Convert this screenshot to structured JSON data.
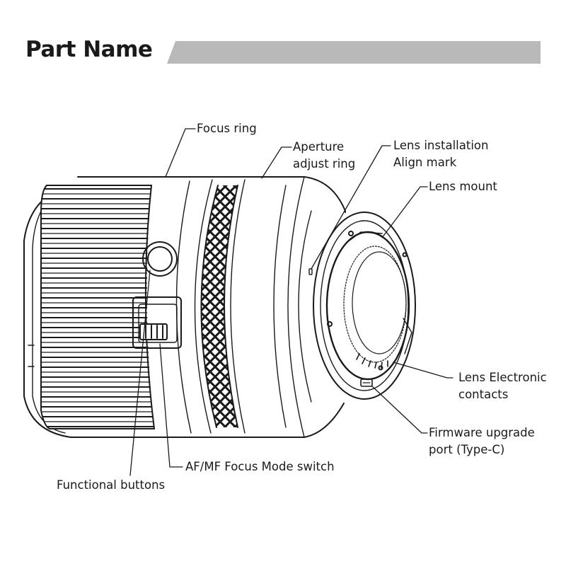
{
  "title": "Part Name",
  "colors": {
    "title_bar": "#b9b9b9",
    "line": "#1a1a1a"
  },
  "labels": {
    "focus_ring": "Focus ring",
    "aperture_ring": [
      "Aperture",
      "adjust ring"
    ],
    "align_mark": [
      "Lens installation",
      "Align mark"
    ],
    "lens_mount": "Lens mount",
    "electronic_contacts": [
      "Lens Electronic",
      "contacts"
    ],
    "firmware_port": [
      "Firmware upgrade",
      "port (Type-C)"
    ],
    "af_mf_switch": "AF/MF Focus Mode switch",
    "functional_buttons": "Functional buttons"
  }
}
